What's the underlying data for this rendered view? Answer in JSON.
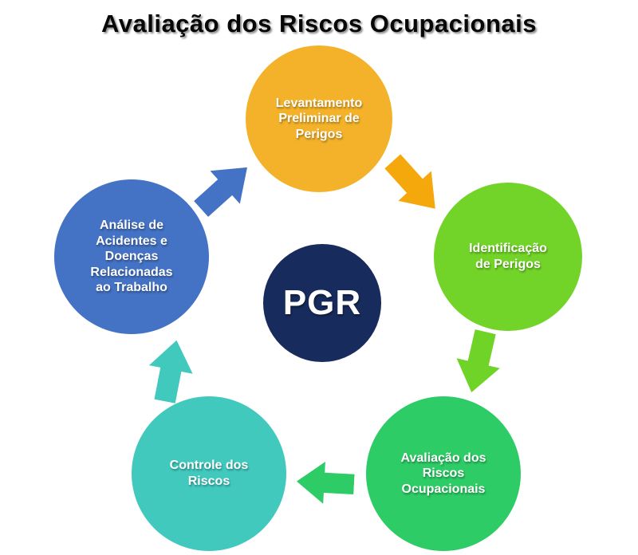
{
  "title": "Avaliação dos Riscos Ocupacionais",
  "center": {
    "label": "PGR",
    "color": "#172B5C"
  },
  "nodes": [
    {
      "id": "levantamento",
      "label": "Levantamento\nPreliminar de\nPerigos",
      "color": "#F3B229"
    },
    {
      "id": "identificacao",
      "label": "Identificação\nde Perigos",
      "color": "#72D428"
    },
    {
      "id": "avaliacao",
      "label": "Avaliação dos\nRiscos\nOcupacionais",
      "color": "#2ECC66"
    },
    {
      "id": "controle",
      "label": "Controle dos\nRiscos",
      "color": "#41C9BE"
    },
    {
      "id": "analise",
      "label": "Análise de\nAcidentes e\nDoenças\nRelacionadas\nao Trabalho",
      "color": "#4472C4"
    }
  ],
  "arrows": [
    {
      "id": "analise-to-levantamento",
      "color": "#4472C4",
      "direction": "up-right"
    },
    {
      "id": "levantamento-to-identificacao",
      "color": "#F5A80B",
      "direction": "down-right"
    },
    {
      "id": "identificacao-to-avaliacao",
      "color": "#6FD328",
      "direction": "down-left"
    },
    {
      "id": "avaliacao-to-controle",
      "color": "#2ECC66",
      "direction": "left"
    },
    {
      "id": "controle-to-analise",
      "color": "#41C9BE",
      "direction": "up"
    }
  ]
}
